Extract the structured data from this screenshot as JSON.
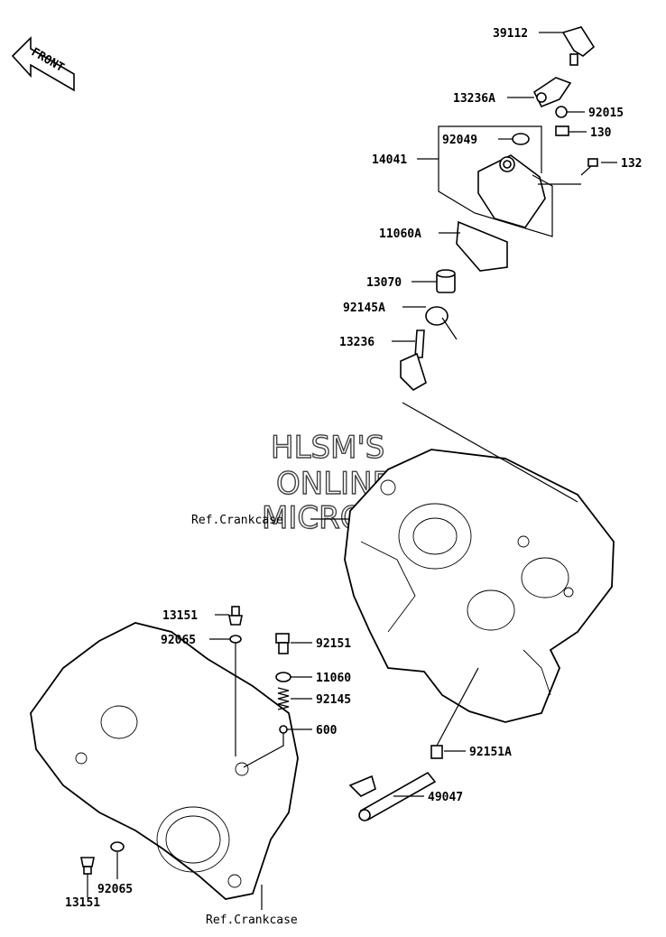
{
  "direction_badge": {
    "text": "FRONT"
  },
  "watermark": {
    "lines": [
      "HLSM'S",
      "ONLINE",
      "MICROFICHE"
    ]
  },
  "parts": [
    {
      "id": "39112"
    },
    {
      "id": "13236A"
    },
    {
      "id": "92015"
    },
    {
      "id": "130"
    },
    {
      "id": "92049"
    },
    {
      "id": "14041"
    },
    {
      "id": "132"
    },
    {
      "id": "11060A"
    },
    {
      "id": "13070"
    },
    {
      "id": "92145A"
    },
    {
      "id": "13236"
    },
    {
      "id": "13151"
    },
    {
      "id": "92065"
    },
    {
      "id": "92151"
    },
    {
      "id": "11060"
    },
    {
      "id": "92145"
    },
    {
      "id": "600"
    },
    {
      "id": "92151A"
    },
    {
      "id": "49047"
    },
    {
      "id": "92065"
    },
    {
      "id": "13151"
    }
  ],
  "references": [
    {
      "text": "Ref.Crankcase"
    },
    {
      "text": "Ref.Crankcase"
    }
  ]
}
